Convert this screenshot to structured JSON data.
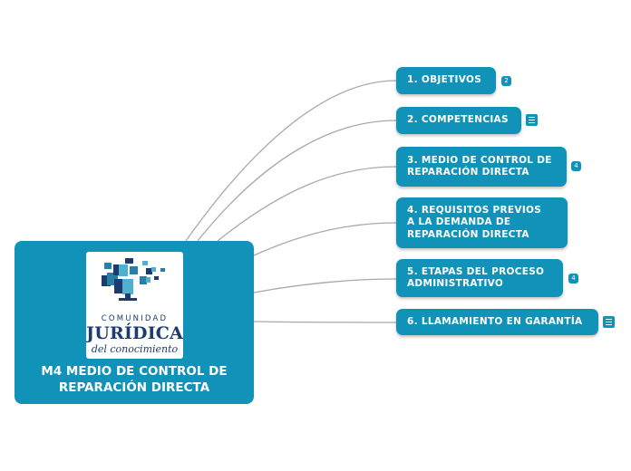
{
  "central": {
    "title": "M4 MEDIO DE CONTROL DE REPARACIÓN DIRECTA",
    "logo": {
      "line1": "COMUNIDAD",
      "line2": "JURÍDICA",
      "line3": "del conocimiento"
    }
  },
  "topics": [
    {
      "label": "1. OBJETIVOS",
      "badge": "2"
    },
    {
      "label": "2. COMPETENCIAS",
      "note_icon": "notes-icon"
    },
    {
      "label": "3. MEDIO DE CONTROL DE REPARACIÓN DIRECTA",
      "badge": "4"
    },
    {
      "label": "4. REQUISITOS PREVIOS A LA DEMANDA DE REPARACIÓN DIRECTA"
    },
    {
      "label": "5. ETAPAS DEL PROCESO ADMINISTRATIVO",
      "badge": "4"
    },
    {
      "label": "6. LLAMAMIENTO EN GARANTÍA",
      "note_icon": "notes-icon"
    }
  ],
  "colors": {
    "node": "#1192b9",
    "connector": "#a9a9a9",
    "logo_navy": "#1d3b6e"
  }
}
